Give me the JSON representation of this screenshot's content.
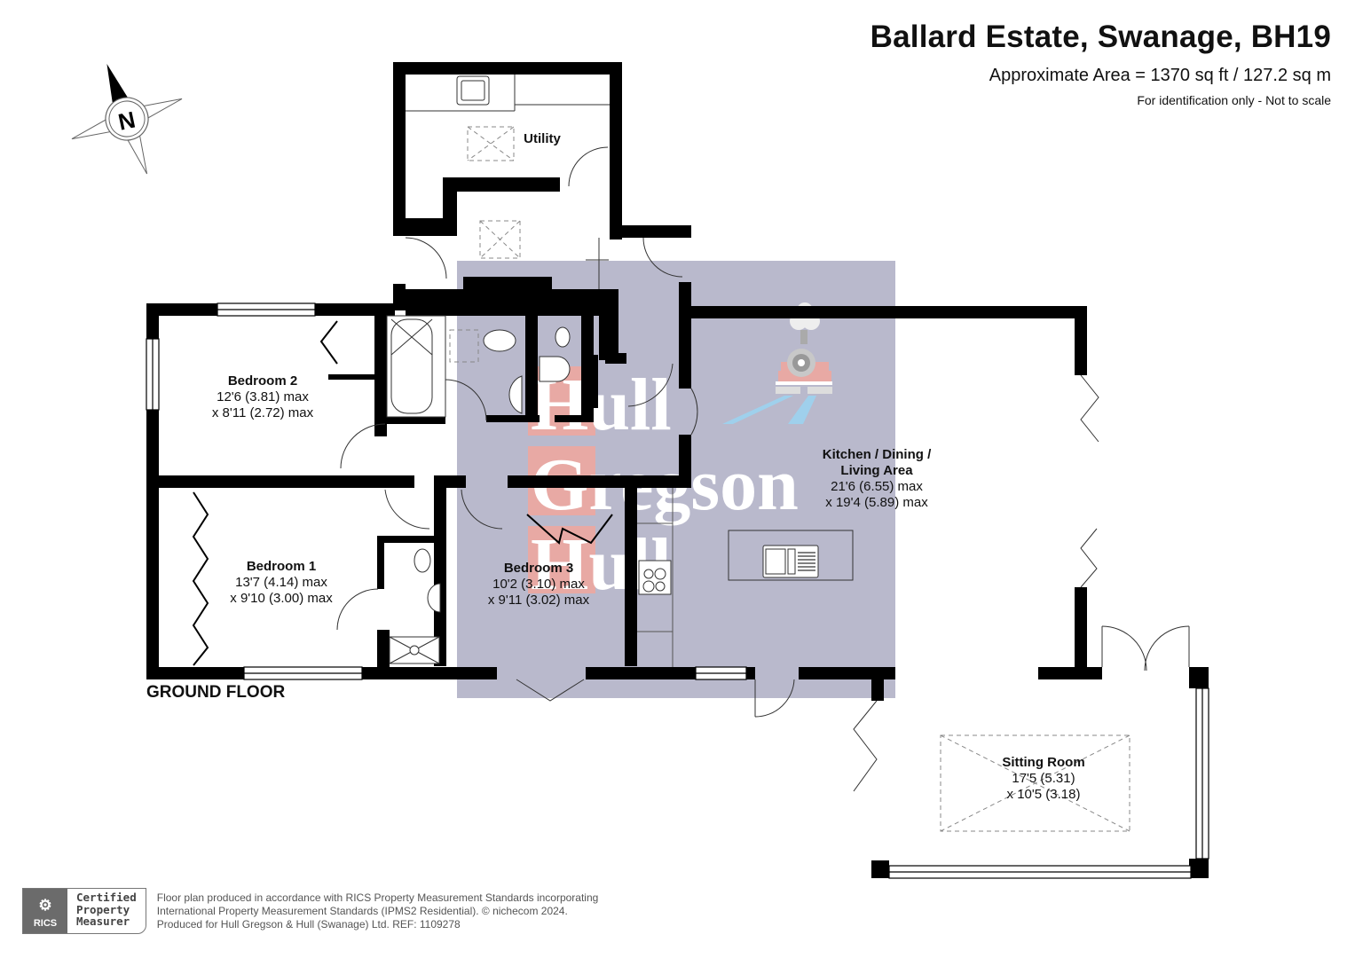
{
  "header": {
    "title": "Ballard Estate, Swanage, BH19",
    "area": "Approximate Area = 1370 sq ft / 127.2 sq m",
    "note": "For identification only - Not to scale"
  },
  "compass": {
    "label": "N"
  },
  "floor_label": "GROUND FLOOR",
  "rooms": [
    {
      "name": "Utility",
      "dim1": "",
      "dim2": ""
    },
    {
      "name": "Bedroom 2",
      "dim1": "12'6 (3.81) max",
      "dim2": "x 8'11 (2.72) max"
    },
    {
      "name": "Bedroom 1",
      "dim1": "13'7 (4.14) max",
      "dim2": "x 9'10 (3.00) max"
    },
    {
      "name": "Bedroom 3",
      "dim1": "10'2 (3.10) max",
      "dim2": "x 9'11 (3.02) max"
    },
    {
      "name": "Kitchen / Dining /",
      "name2": "Living Area",
      "dim1": "21'6 (6.55) max",
      "dim2": "x 19'4 (5.89) max"
    },
    {
      "name": "Sitting Room",
      "dim1": "17'5 (5.31)",
      "dim2": "x 10'5 (3.18)"
    }
  ],
  "watermark": {
    "line1": "Hull",
    "line2": "Gregson",
    "line3": "Hull"
  },
  "colors": {
    "wall": "#000000",
    "highlight": "#b9b9cc",
    "watermark_red": "#e8a9a4",
    "rail_blue": "#9fd0ec"
  },
  "footer": {
    "badge_logo": "RICS",
    "badge_line1": "Certified",
    "badge_line2": "Property",
    "badge_line3": "Measurer",
    "line1": "Floor plan produced in accordance with RICS Property Measurement Standards incorporating",
    "line2": "International Property Measurement Standards (IPMS2 Residential).  © nichecom 2024.",
    "line3": "Produced for Hull Gregson & Hull (Swanage) Ltd.   REF:  1109278"
  }
}
